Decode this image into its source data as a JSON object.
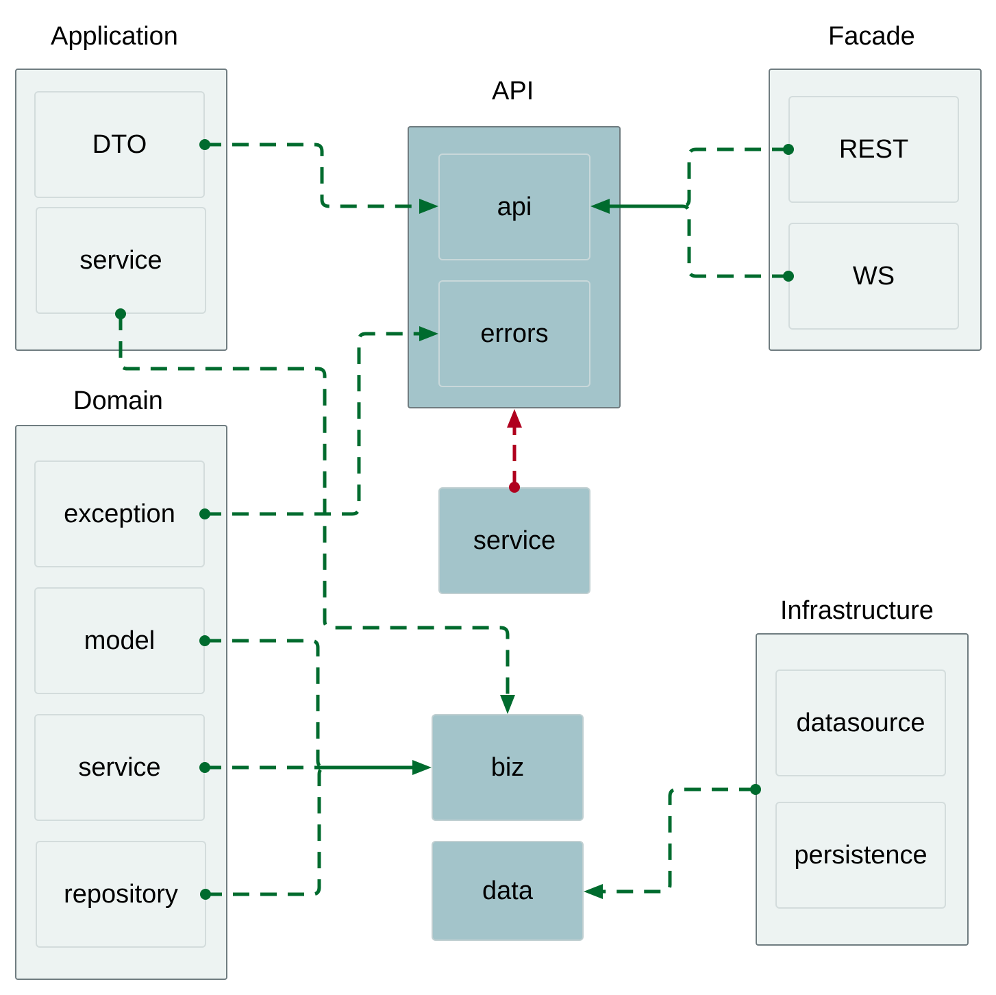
{
  "groups": {
    "application": {
      "title": "Application",
      "nodes": [
        "DTO",
        "service"
      ]
    },
    "api": {
      "title": "API",
      "nodes": [
        "api",
        "errors"
      ]
    },
    "facade": {
      "title": "Facade",
      "nodes": [
        "REST",
        "WS"
      ]
    },
    "domain": {
      "title": "Domain",
      "nodes": [
        "exception",
        "model",
        "service",
        "repository"
      ]
    },
    "infrastructure": {
      "title": "Infrastructure",
      "nodes": [
        "datasource",
        "persistence"
      ]
    }
  },
  "standalone": {
    "service": "service",
    "biz": "biz",
    "data": "data"
  },
  "colors": {
    "edge_green": "#006b2e",
    "edge_red": "#b0001e",
    "group_fill": "#edf3f2",
    "node_fill_dark": "#a3c4ca"
  }
}
